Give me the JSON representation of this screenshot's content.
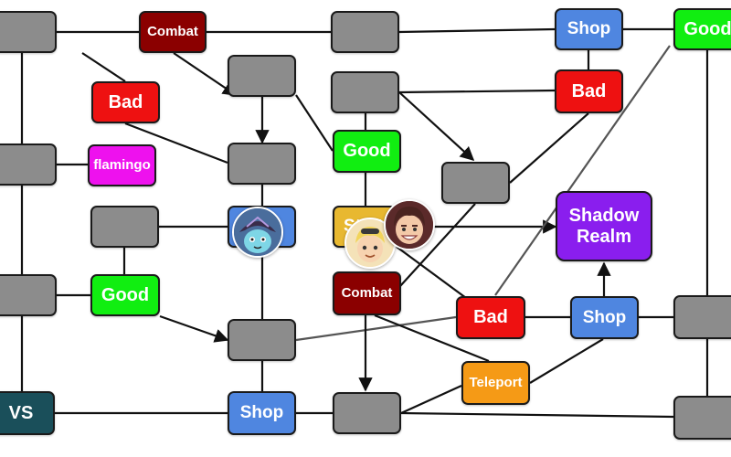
{
  "colors": {
    "blank": "#8c8c8c",
    "combat": "#8b0000",
    "bad": "#ee1111",
    "good": "#11ee11",
    "shop": "#4f86e0",
    "flamingo": "#ee11ee",
    "shadow": "#8a1eee",
    "start": "#e8b830",
    "teleport": "#f59a16",
    "vs": "#1a4f5a",
    "edge": "#111111",
    "teleport_line": "#555555"
  },
  "nodes": {
    "combat_top": "Combat",
    "shop_top": "Shop",
    "good_top": "Good",
    "bad_left": "Bad",
    "bad_right": "Bad",
    "good_mid": "Good",
    "flamingo": "flamingo",
    "start": "Start",
    "shadow_realm": "Shadow Realm",
    "good_left": "Good",
    "combat_mid": "Combat",
    "bad_lower": "Bad",
    "shop_right": "Shop",
    "teleport": "Teleport",
    "vs": "VS",
    "shop_bottom": "Shop"
  },
  "players": [
    "player-avatar-ninja",
    "player-avatar-blonde",
    "player-avatar-brunette"
  ]
}
